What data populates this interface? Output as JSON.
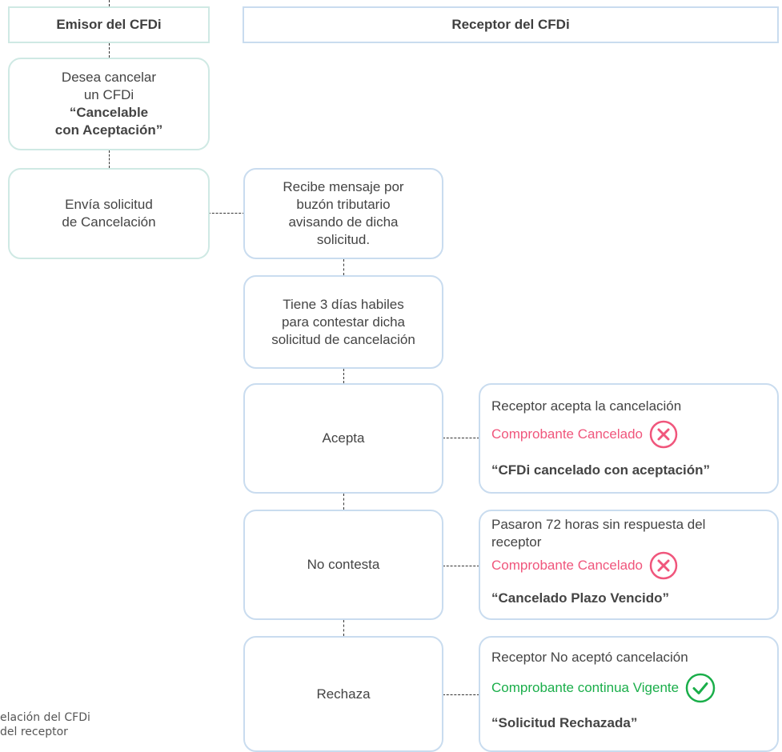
{
  "headers": {
    "emisor": "Emisor del CFDi",
    "receptor": "Receptor del CFDi"
  },
  "emisor_boxes": {
    "desea": {
      "line1": "Desea cancelar",
      "line2": "un CFDi",
      "line3": "“Cancelable",
      "line4": "con Aceptación”"
    },
    "envia": {
      "line1": "Envía solicitud",
      "line2": "de Cancelación"
    }
  },
  "receptor_boxes": {
    "recibe": {
      "line1": "Recibe mensaje por",
      "line2": "buzón tributario",
      "line3": "avisando de dicha",
      "line4": "solicitud."
    },
    "tiene": {
      "line1": "Tiene 3 días habiles",
      "line2": "para contestar dicha",
      "line3": "solicitud de cancelación"
    },
    "acepta": "Acepta",
    "no_contesta": "No contesta",
    "rechaza": "Rechaza"
  },
  "outcomes": {
    "acepta": {
      "line1": "Receptor acepta la cancelación",
      "status": "Comprobante Cancelado",
      "quote": "“CFDi cancelado con aceptación”",
      "status_color": "#f0567c",
      "icon": "x-circle-icon"
    },
    "no_contesta": {
      "line1": "Pasaron 72 horas sin respuesta del",
      "line2": "receptor",
      "status": "Comprobante Cancelado",
      "quote": "“Cancelado Plazo Vencido”",
      "status_color": "#f0567c",
      "icon": "x-circle-icon"
    },
    "rechaza": {
      "line1": "Receptor No aceptó cancelación",
      "status": "Comprobante continua Vigente",
      "quote": "“Solicitud Rechazada”",
      "status_color": "#1aae4a",
      "icon": "check-circle-icon"
    }
  },
  "footnote": {
    "line1": "elación del CFDi",
    "line2": "del receptor"
  },
  "colors": {
    "emisor_border": "#cfe9e4",
    "receptor_border": "#c9dcef",
    "connector": "#333333"
  }
}
